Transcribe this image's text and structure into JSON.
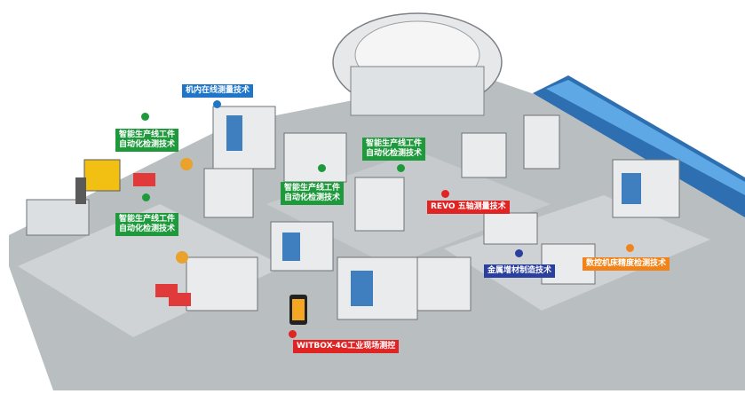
{
  "labels": {
    "machine_inline": "机内在线测量技术",
    "line_auto_1": "智能生产线工件\n自动化检测技术",
    "line_auto_2": "智能生产线工件\n自动化检测技术",
    "line_auto_3": "智能生产线工件\n自动化检测技术",
    "line_auto_4": "智能生产线工件\n自动化检测技术",
    "revo": "REVO 五轴测量技术",
    "additive": "金属增材制造技术",
    "cnc_accuracy": "数控机床精度检测技术",
    "witbox": "WITBOX-4G工业现场测控"
  },
  "colors": {
    "green": "#1e9a3c",
    "blue": "#1f76c9",
    "red": "#e02424",
    "orange": "#f0841a",
    "navy": "#2b3f9e"
  }
}
